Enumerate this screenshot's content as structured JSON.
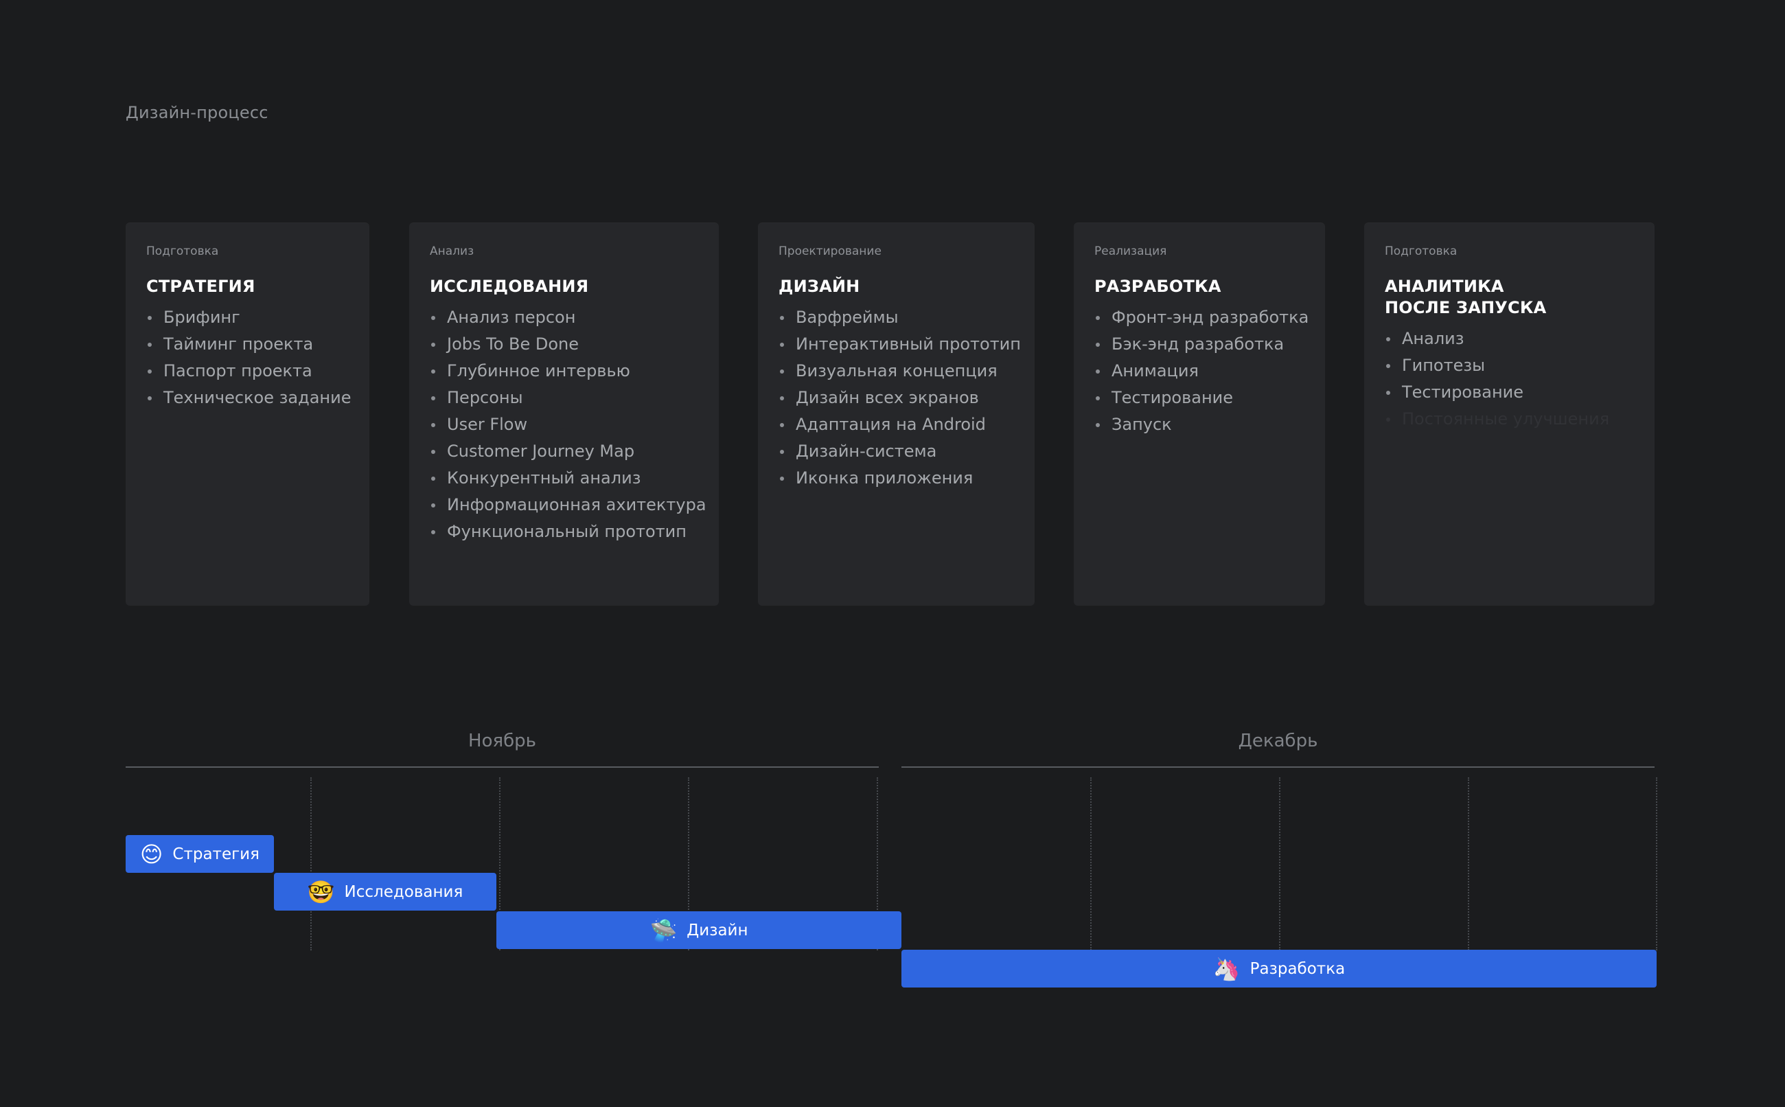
{
  "page": {
    "title": "Дизайн-процесс"
  },
  "cards": [
    {
      "stage": "Подготовка",
      "title": "СТРАТЕГИЯ",
      "items": [
        "Брифинг",
        "Тайминг проекта",
        "Паспорт проекта",
        "Техническое задание"
      ]
    },
    {
      "stage": "Анализ",
      "title": "ИССЛЕДОВАНИЯ",
      "items": [
        "Анализ персон",
        "Jobs To Be Done",
        "Глубинное интервью",
        "Персоны",
        "User Flow",
        "Customer Journey Map",
        "Конкурентный анализ",
        "Информационная ахитектура",
        "Функциональный прототип"
      ]
    },
    {
      "stage": "Проектирование",
      "title": "ДИЗАЙН",
      "items": [
        "Варфреймы",
        "Интерактивный прототип",
        "Визуальная концепция",
        "Дизайн всех экранов",
        "Адаптация на Android",
        "Дизайн-система",
        "Иконка приложения"
      ]
    },
    {
      "stage": "Реализация",
      "title": "РАЗРАБОТКА",
      "items": [
        "Фронт-энд разработка",
        "Бэк-энд разработка",
        "Анимация",
        "Тестирование",
        "Запуск"
      ]
    },
    {
      "stage": "Подготовка",
      "title": "АНАЛИТИКА\nПОСЛЕ ЗАПУСКА",
      "items": [
        "Анализ",
        "Гипотезы",
        "Тестирование",
        "Постоянные улучшения"
      ]
    }
  ],
  "timeline": {
    "months": [
      "Ноябрь",
      "Декабрь"
    ],
    "bars": [
      {
        "label": "Стратегия",
        "icon": "smiling-face-icon",
        "emoji": "😊"
      },
      {
        "label": "Исследования",
        "icon": "nerd-face-icon",
        "emoji": "🤓"
      },
      {
        "label": "Дизайн",
        "icon": "drone-icon",
        "emoji": "🛸"
      },
      {
        "label": "Разработка",
        "icon": "unicorn-icon",
        "emoji": "🦄"
      }
    ],
    "bar_color": "#2f66e0"
  },
  "colors": {
    "background": "#1b1c1e",
    "card": "#26272a",
    "accent": "#2f66e0"
  }
}
